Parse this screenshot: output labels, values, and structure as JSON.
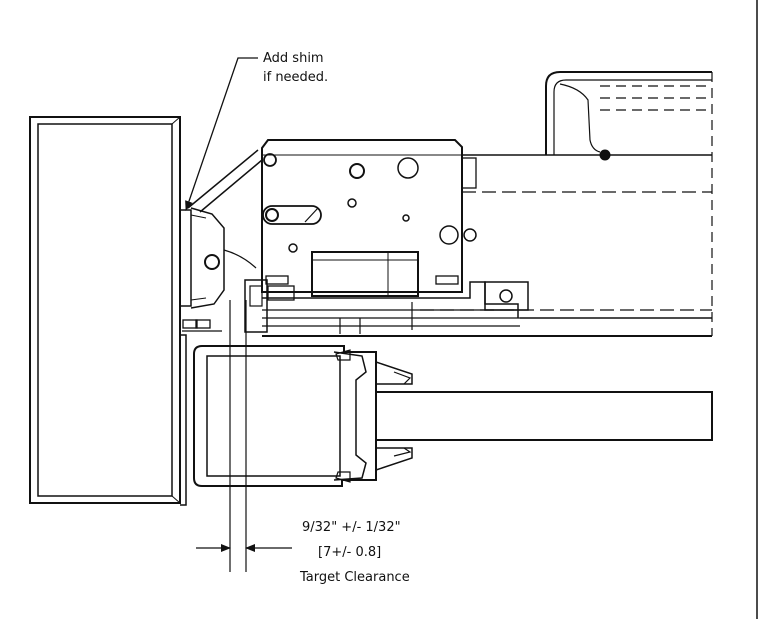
{
  "callout": {
    "line1": "Add shim",
    "line2": "if needed."
  },
  "dimension": {
    "imperial": "9/32\" +/- 1/32\"",
    "metric": "[7+/- 0.8]",
    "caption": "Target Clearance"
  },
  "colors": {
    "line": "#111111",
    "background": "#ffffff"
  }
}
